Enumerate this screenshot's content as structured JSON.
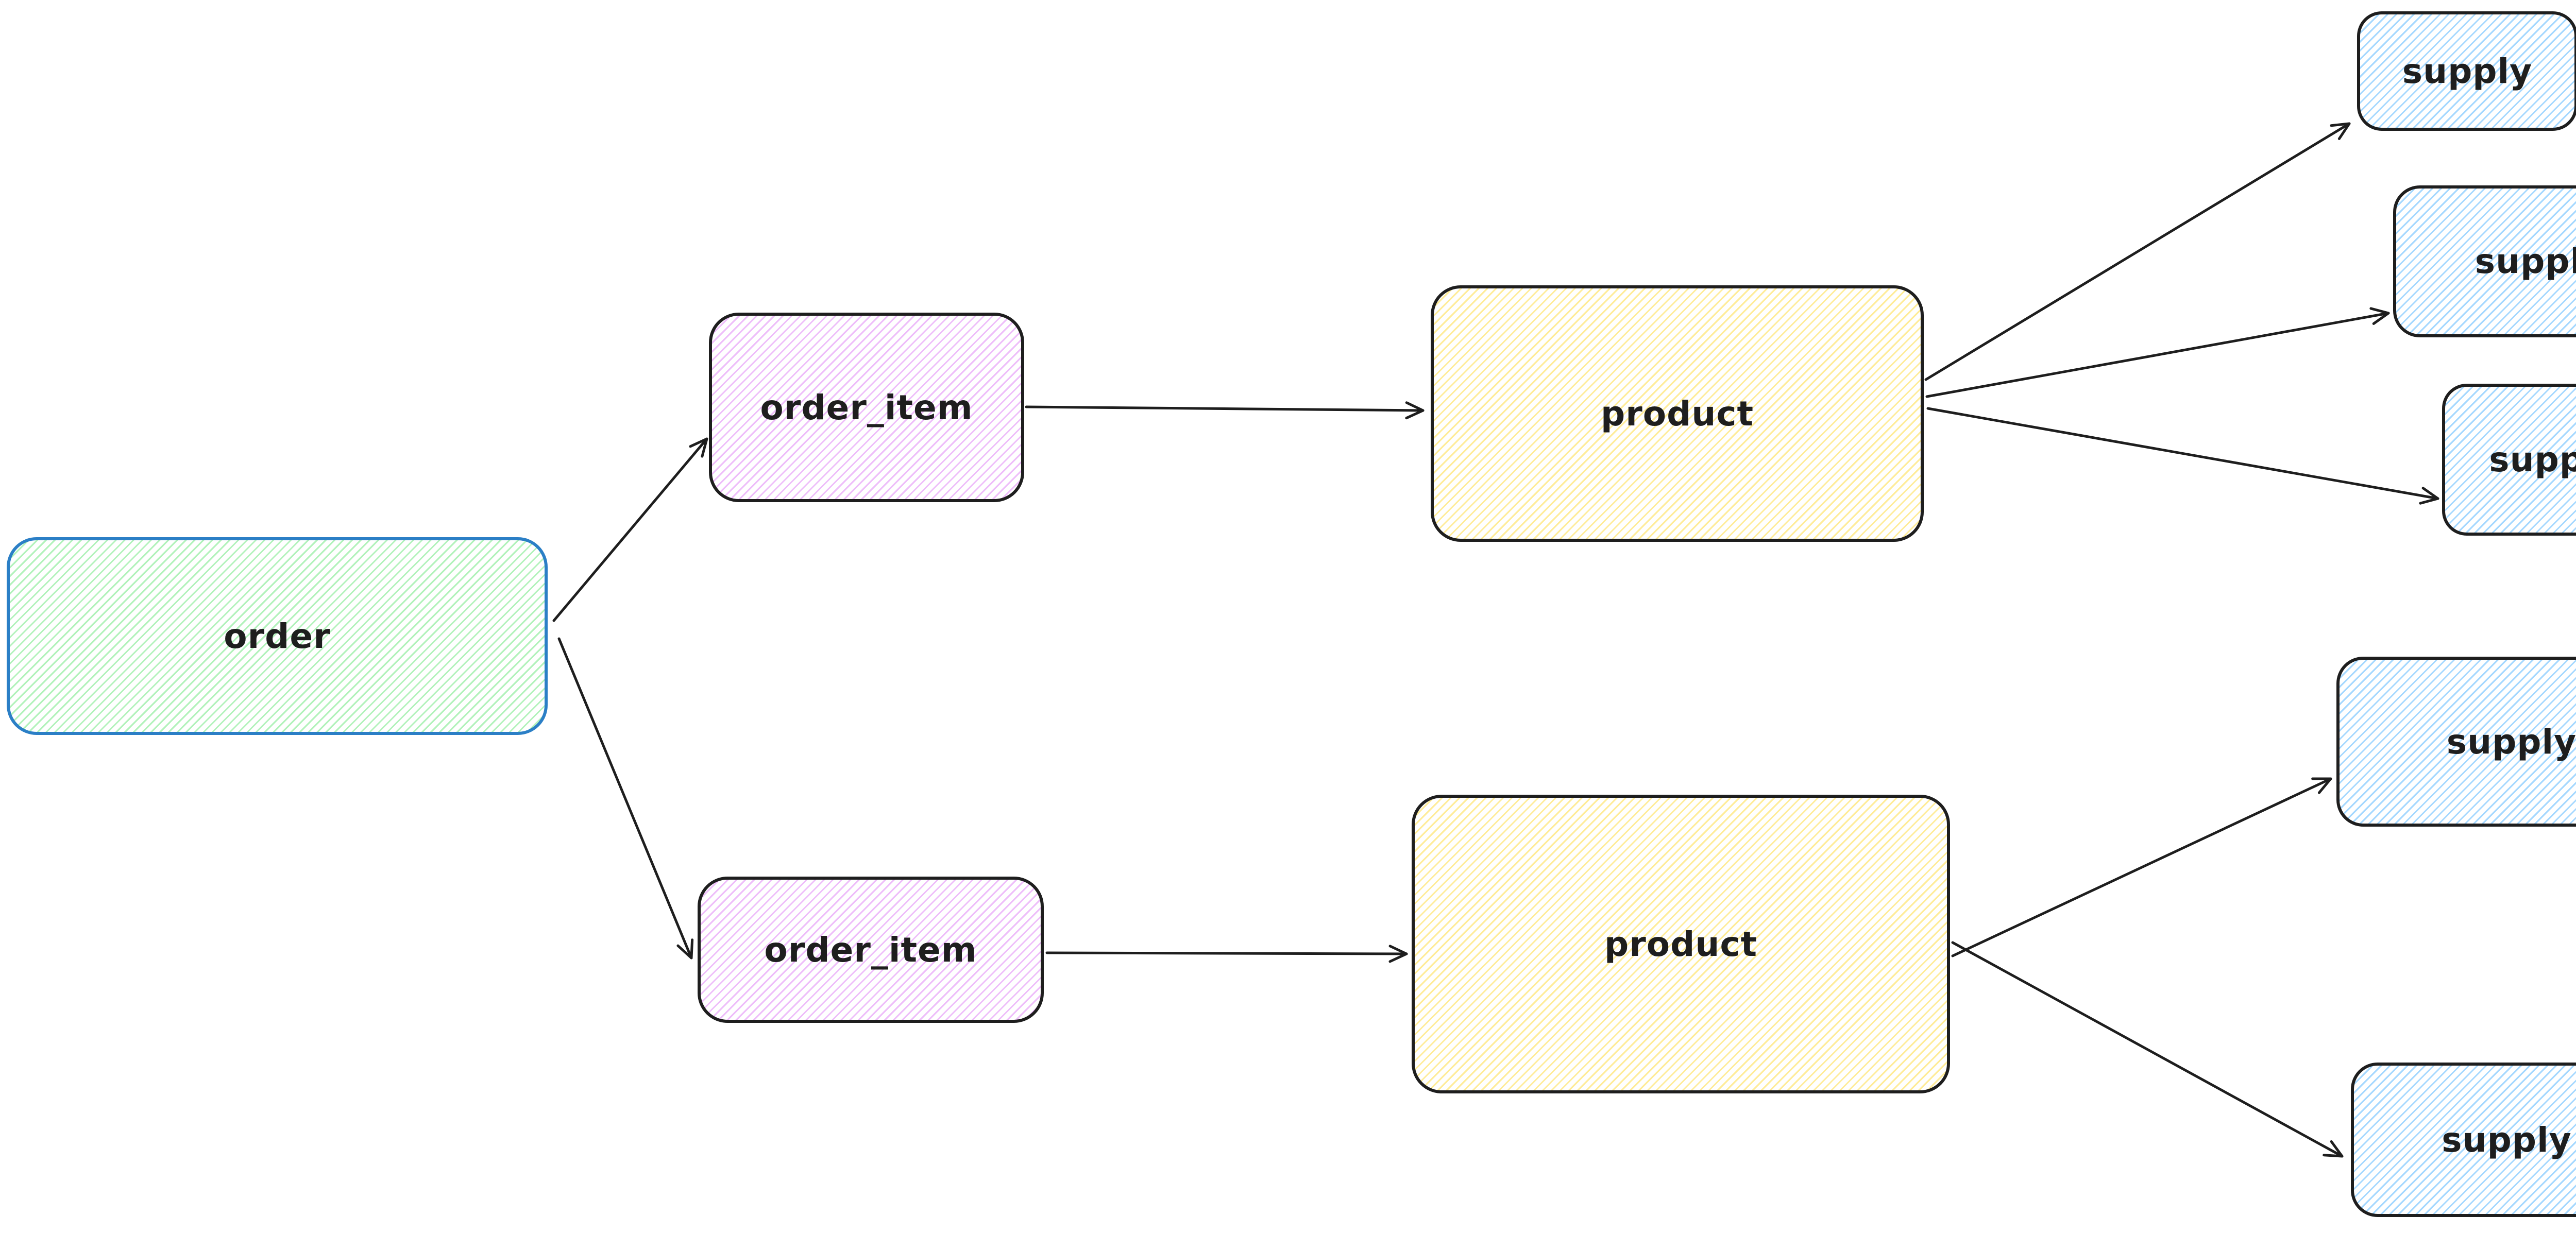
{
  "diagram": {
    "background_color": "#ffffff",
    "arrow_color": "#1e1e1e",
    "nodes": [
      {
        "id": "order",
        "label": "order",
        "fill": "#b2f2bb",
        "stroke": "#2b7fc6"
      },
      {
        "id": "order_item_top",
        "label": "order_item",
        "fill": "#eebefa",
        "stroke": "#1e1e1e"
      },
      {
        "id": "product_top",
        "label": "product",
        "fill": "#ffec99",
        "stroke": "#1e1e1e"
      },
      {
        "id": "supply_top_1",
        "label": "supply",
        "fill": "#a5d8ff",
        "stroke": "#1e1e1e"
      },
      {
        "id": "supply_top_2",
        "label": "supply",
        "fill": "#a5d8ff",
        "stroke": "#1e1e1e"
      },
      {
        "id": "supply_top_3",
        "label": "supply",
        "fill": "#a5d8ff",
        "stroke": "#1e1e1e"
      },
      {
        "id": "order_item_bottom",
        "label": "order_item",
        "fill": "#eebefa",
        "stroke": "#1e1e1e"
      },
      {
        "id": "product_bottom",
        "label": "product",
        "fill": "#ffec99",
        "stroke": "#1e1e1e"
      },
      {
        "id": "supply_bottom_1",
        "label": "supply",
        "fill": "#a5d8ff",
        "stroke": "#1e1e1e"
      },
      {
        "id": "supply_bottom_2",
        "label": "supply",
        "fill": "#a5d8ff",
        "stroke": "#1e1e1e"
      }
    ],
    "edges": [
      {
        "from": "order",
        "to": "order_item_top"
      },
      {
        "from": "order",
        "to": "order_item_bottom"
      },
      {
        "from": "order_item_top",
        "to": "product_top"
      },
      {
        "from": "product_top",
        "to": "supply_top_1"
      },
      {
        "from": "product_top",
        "to": "supply_top_2"
      },
      {
        "from": "product_top",
        "to": "supply_top_3"
      },
      {
        "from": "order_item_bottom",
        "to": "product_bottom"
      },
      {
        "from": "product_bottom",
        "to": "supply_bottom_1"
      },
      {
        "from": "product_bottom",
        "to": "supply_bottom_2"
      }
    ]
  }
}
